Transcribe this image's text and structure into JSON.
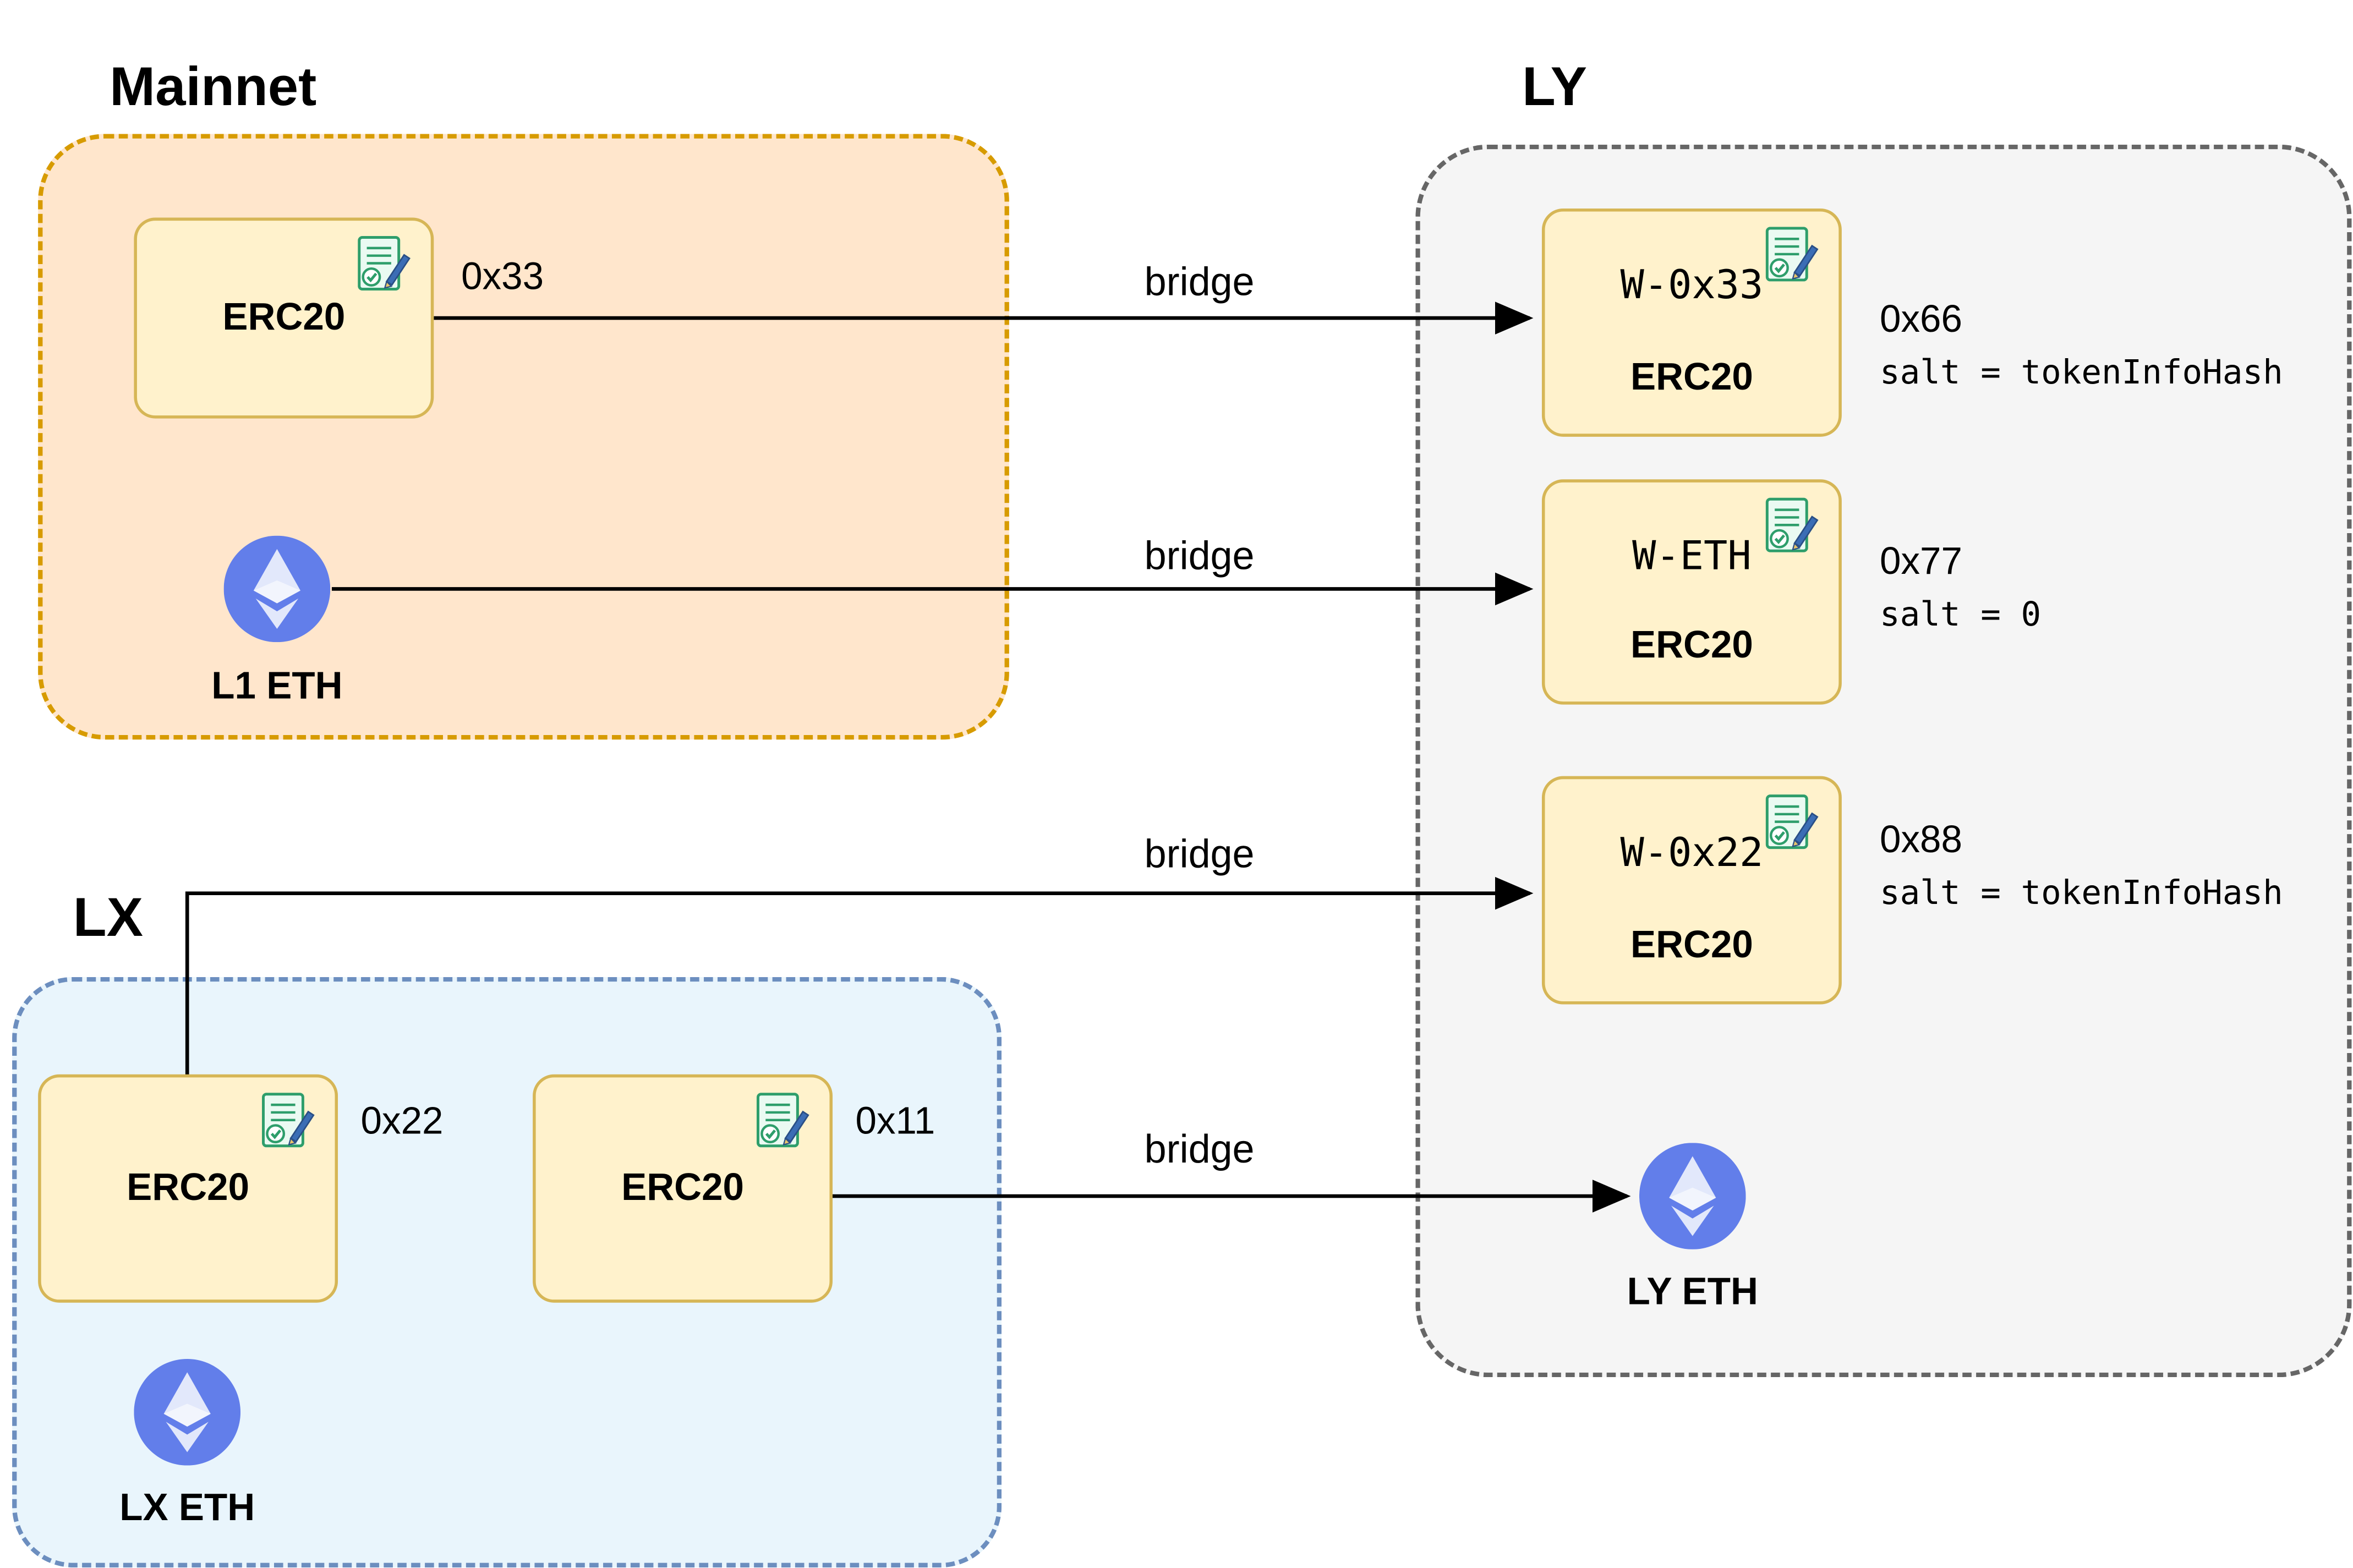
{
  "diagram": {
    "groups": {
      "mainnet": {
        "title": "Mainnet"
      },
      "lx": {
        "title": "LX"
      },
      "ly": {
        "title": "LY"
      }
    },
    "nodes": {
      "mainnet_erc20": {
        "type": "ERC20",
        "address": "0x33"
      },
      "l1_eth": {
        "label": "L1 ETH"
      },
      "lx_erc20_a": {
        "type": "ERC20",
        "address": "0x22"
      },
      "lx_erc20_b": {
        "type": "ERC20",
        "address": "0x11"
      },
      "lx_eth": {
        "label": "LX ETH"
      },
      "ly_wrapped_0x33": {
        "name": "W-0x33",
        "type": "ERC20",
        "address": "0x66",
        "salt": "salt = tokenInfoHash"
      },
      "ly_wrapped_eth": {
        "name": "W-ETH",
        "type": "ERC20",
        "address": "0x77",
        "salt": "salt = 0"
      },
      "ly_wrapped_0x22": {
        "name": "W-0x22",
        "type": "ERC20",
        "address": "0x88",
        "salt": "salt = tokenInfoHash"
      },
      "ly_eth": {
        "label": "LY ETH"
      }
    },
    "edges": {
      "erc20_0x33_to_w0x33": {
        "label": "bridge"
      },
      "l1_eth_to_weth": {
        "label": "bridge"
      },
      "erc20_0x22_to_w0x22": {
        "label": "bridge"
      },
      "erc20_0x11_to_ly_eth": {
        "label": "bridge"
      }
    },
    "colors": {
      "mainnet_fill": "#ffe6cc",
      "mainnet_border": "#d79b00",
      "lx_fill": "#e9f5fc",
      "lx_border": "#6c8ebf",
      "ly_fill": "#f5f5f5",
      "ly_border": "#666666",
      "token_fill": "#fff2cc",
      "token_border": "#d6b656",
      "eth_circle": "#627eea"
    }
  }
}
